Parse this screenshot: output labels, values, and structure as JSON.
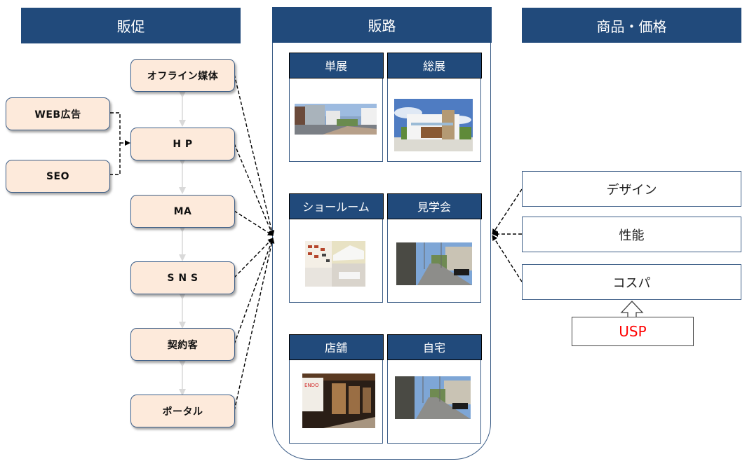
{
  "columns": {
    "promotion": {
      "title": "販促"
    },
    "channels": {
      "title": "販路"
    },
    "product_price": {
      "title": "商品・価格"
    }
  },
  "promotion_items": {
    "web_ad": "WEB広告",
    "seo": "SEO",
    "offline_media": "オフライン媒体",
    "hp": "H P",
    "ma": "MA",
    "sns": "S N S",
    "contract_customers": "契約客",
    "portal": "ポータル"
  },
  "channel_cards": [
    {
      "label": "単展",
      "photo": "model-home-street-photo"
    },
    {
      "label": "総展",
      "photo": "model-house-photo"
    },
    {
      "label": "ショールーム",
      "photo": "showroom-photo"
    },
    {
      "label": "見学会",
      "photo": "residential-street-photo"
    },
    {
      "label": "店舗",
      "photo": "storefront-photo"
    },
    {
      "label": "自宅",
      "photo": "home-street-photo"
    }
  ],
  "features": [
    {
      "label": "デザイン"
    },
    {
      "label": "性能"
    },
    {
      "label": "コスパ"
    }
  ],
  "usp": {
    "label": "USP",
    "color": "#ff0000"
  },
  "colors": {
    "header_navy": "#214a7b",
    "pill_fill": "#fdeadb",
    "outline_blue": "#3e5f88"
  }
}
